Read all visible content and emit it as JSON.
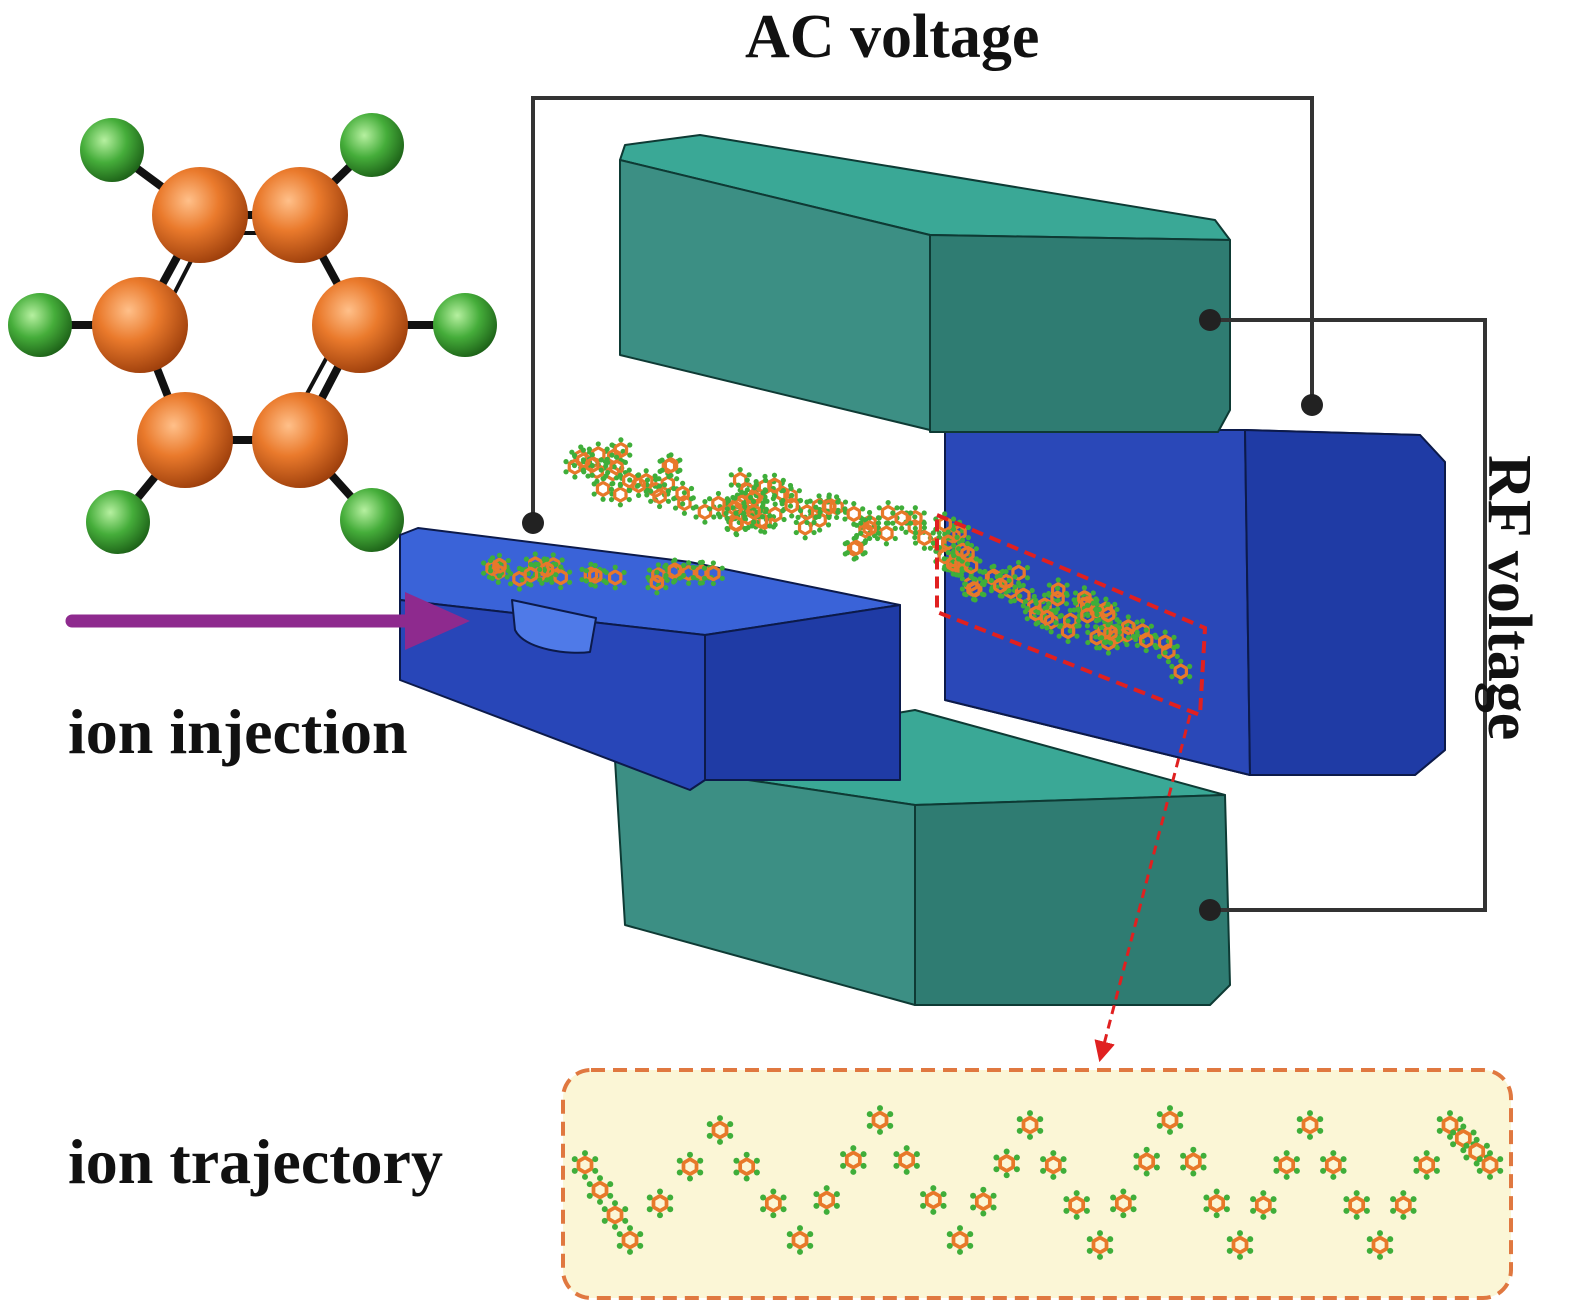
{
  "labels": {
    "ac_voltage": "AC voltage",
    "rf_voltage": "RF voltage",
    "ion_injection": "ion injection",
    "ion_trajectory": "ion trajectory"
  },
  "colors": {
    "teal_electrode": "#2f8c80",
    "blue_electrode": "#2243b0",
    "carbon_atom": "#e8782a",
    "fluorine_atom": "#3fae3a",
    "injection_arrow": "#8e2a8e",
    "highlight_box": "#e02020",
    "trajectory_box_fill": "#fbf6d6",
    "trajectory_box_border": "#e07840"
  }
}
